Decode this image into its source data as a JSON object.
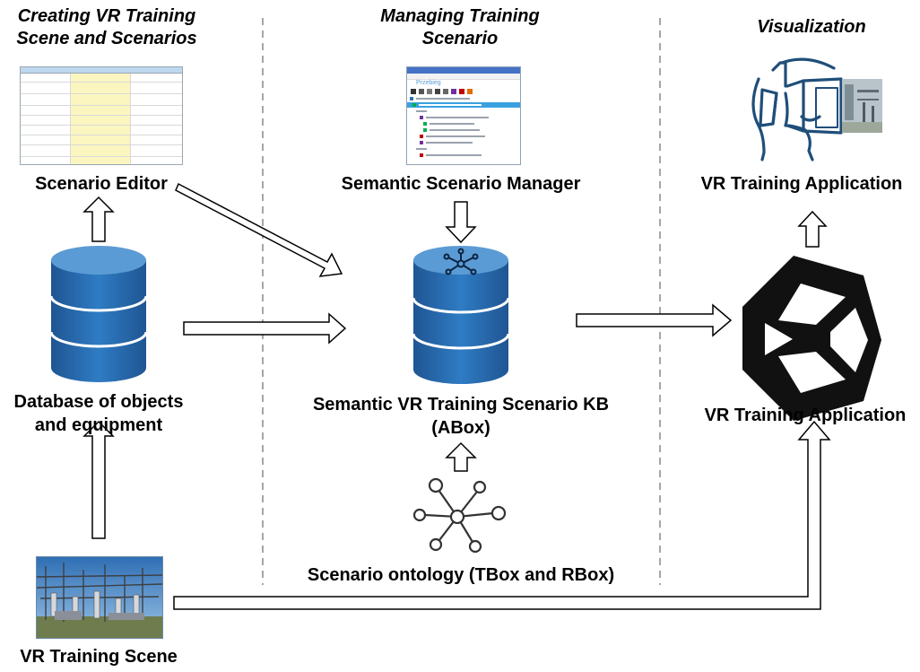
{
  "headers": {
    "creating": "Creating VR Training Scene and Scenarios",
    "managing": "Managing Training Scenario",
    "visualization": "Visualization"
  },
  "nodes": {
    "scenario_editor": "Scenario Editor",
    "semantic_manager": "Semantic Scenario Manager",
    "vr_app_top": "VR Training Application",
    "database_line1": "Database of objects",
    "database_line2": "and equipment",
    "kb_line1": "Semantic VR Training Scenario KB",
    "kb_line2": "(ABox)",
    "vr_app_mid": "VR Training Application",
    "ontology": "Scenario ontology (TBox and RBox)",
    "vr_scene": "VR Training Scene"
  },
  "manager_thumbnail": {
    "scenario_name": "Przebieg"
  },
  "colors": {
    "db_top": "#5b9bd5",
    "db_body": "#2e75b6",
    "db_dark": "#1f5592",
    "headset_blue": "#1f4e79",
    "unity_black": "#111111",
    "separator": "#888888"
  },
  "icons": [
    "database-icon",
    "knowledge-base-icon",
    "ontology-graph-icon",
    "vr-headset-icon",
    "unity-logo-icon"
  ]
}
